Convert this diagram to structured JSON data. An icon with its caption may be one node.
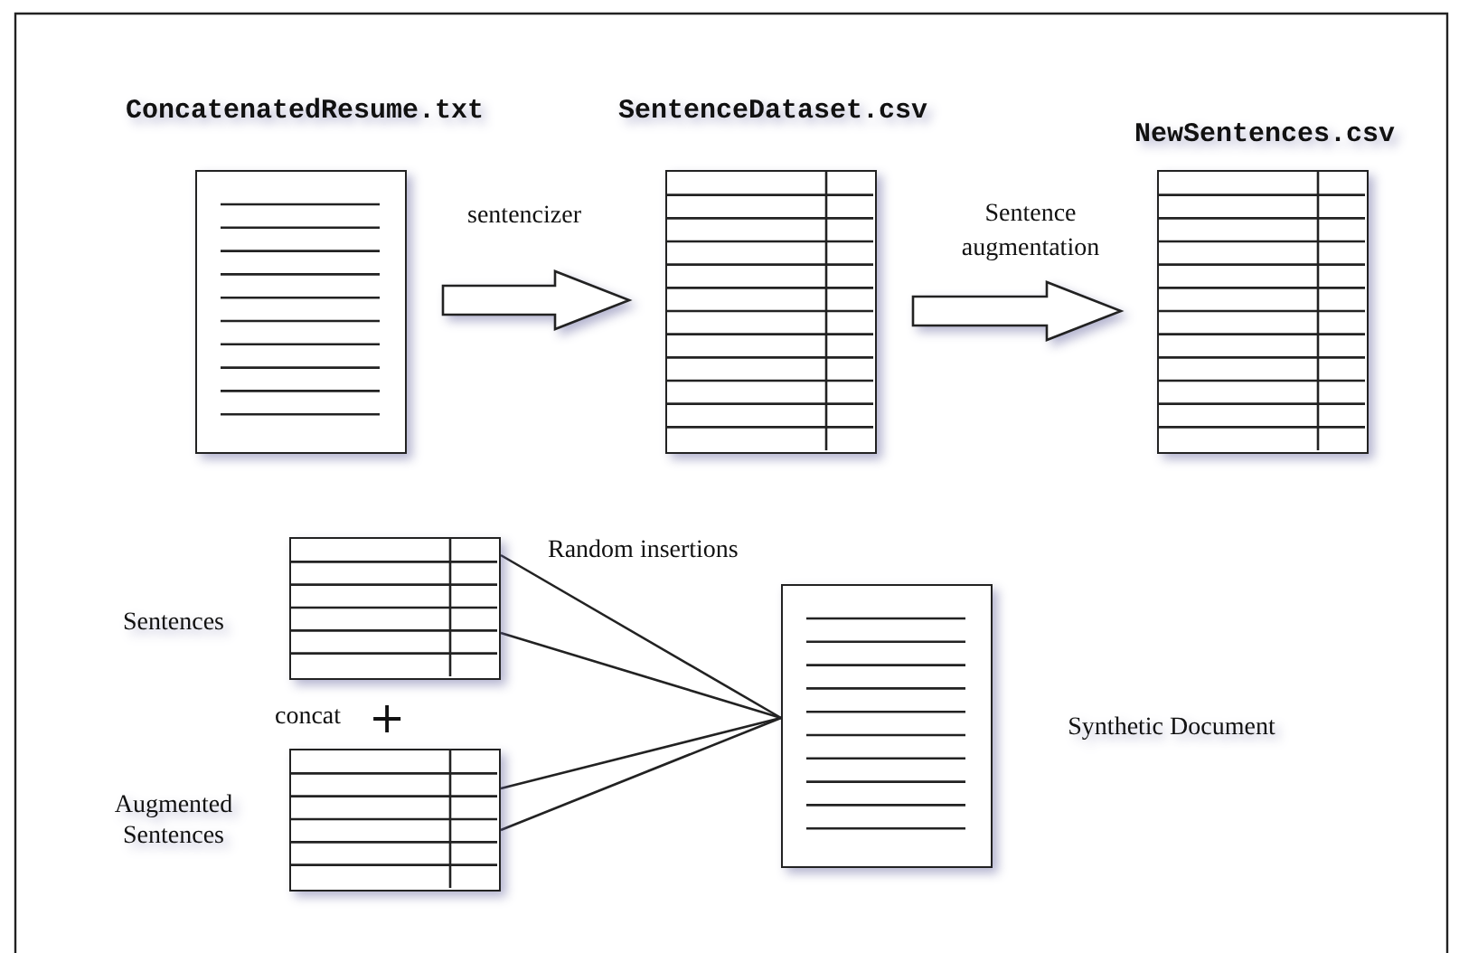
{
  "diagram": {
    "nodes": [
      {
        "text": [
          "ConcatenatedResume.txt"
        ]
      },
      {
        "text": [
          "SentenceDataset.csv"
        ]
      },
      {
        "text": [
          "NewSentences.csv"
        ]
      },
      {
        "text": [
          "Sentences"
        ]
      },
      {
        "text": [
          "Augmented Sentences"
        ]
      },
      {
        "text": [
          "Synthetic Document"
        ]
      }
    ],
    "edges": [
      {
        "from": 0,
        "to": 1,
        "arrow": "to",
        "label": "sentencizer",
        "style": "thick"
      },
      {
        "from": 1,
        "to": 2,
        "arrow": "to",
        "label": "Sentence augmentation",
        "style": "thick"
      },
      {
        "from": 3,
        "to": 5,
        "arrow": "none"
      },
      {
        "from": 3,
        "to": 5,
        "arrow": "none"
      },
      {
        "from": 4,
        "to": 5,
        "arrow": "none"
      },
      {
        "from": 4,
        "to": 5,
        "arrow": "none"
      }
    ],
    "labels": [
      "Random insertions",
      "concat",
      "+"
    ]
  }
}
